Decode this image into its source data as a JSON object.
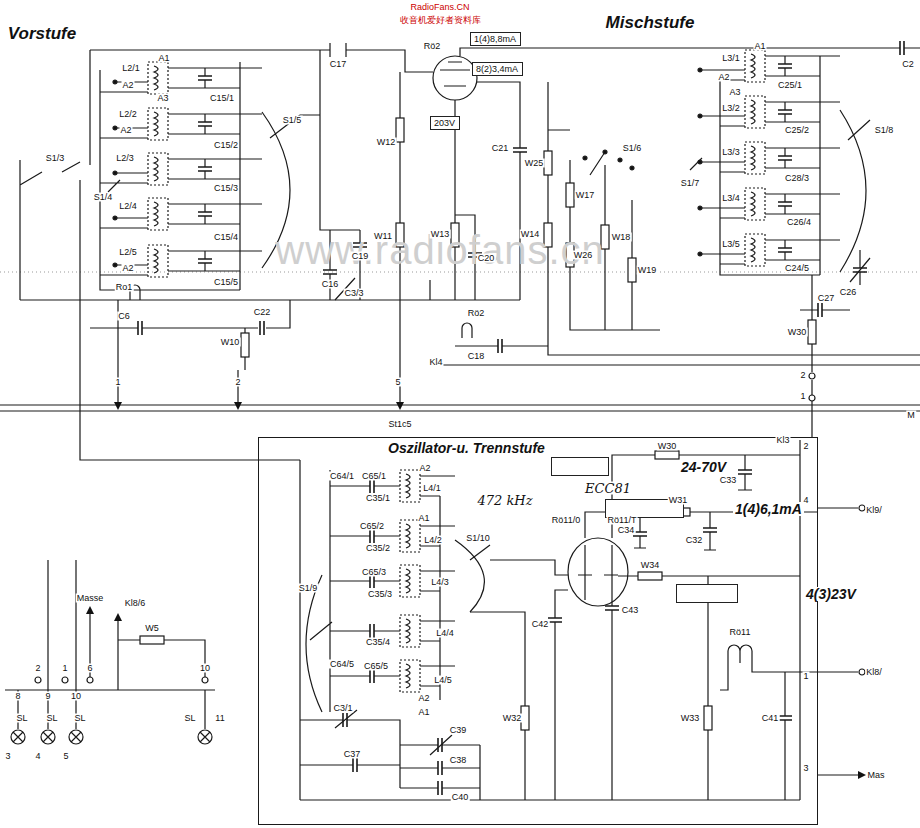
{
  "diagram": {
    "nodes": [
      {
        "text": [
          "Oszillator-u. Trennstufe"
        ]
      },
      {
        "text": [
          "1(4)8,8mA"
        ]
      },
      {
        "text": [
          "8(2)3,4mA"
        ]
      },
      {
        "text": [
          "203V"
        ]
      },
      {
        "text": [
          "24-70V"
        ],
        "in": 0
      },
      {
        "text": [
          "1(4)6,1mA"
        ],
        "in": 0
      },
      {
        "text": [
          "4(3)23V"
        ],
        "in": 0
      }
    ],
    "labels": [
      "www.radiofans.cn",
      "RadioFans.CN",
      "收音机爱好者资料库",
      "Vorstufe",
      "Mischstufe",
      "Rö2",
      "C17",
      "L2/1",
      "A1",
      "A2",
      "A3",
      "C15/1",
      "L2/2",
      "A2",
      "C15/2",
      "L2/3",
      "C15/3",
      "L2/4",
      "C15/4",
      "L2/5",
      "A2",
      "C15/5",
      "S1/5",
      "S1/3",
      "S1/4",
      "W12",
      "W11",
      "C19",
      "C16",
      "C3/3",
      "C21",
      "W13",
      "C20",
      "W25",
      "S1/6",
      "W17",
      "W14",
      "W26",
      "W18",
      "W19",
      "Ro1",
      "C6",
      "C22",
      "W10",
      "Rö2",
      "C18",
      "Kl4",
      "1",
      "2",
      "5",
      "St1c5",
      "L3/1",
      "A1",
      "A2",
      "A3",
      "C25/1",
      "L3/2",
      "C25/2",
      "L3/3",
      "C28/3",
      "L3/4",
      "C26/4",
      "L3/5",
      "C24/5",
      "S1/7",
      "S1/8",
      "C26",
      "C27",
      "W30",
      "2",
      "1",
      "C2",
      "M",
      "Masse",
      "Kl8/6",
      "W5",
      "2",
      "1",
      "6",
      "10",
      "SL",
      "11",
      "8",
      "9",
      "10",
      "SL",
      "SL",
      "SL",
      "3",
      "4",
      "5",
      "W30",
      "Kl3",
      "472 kHz",
      "ECC81",
      "C33",
      "W31",
      "Kl9/",
      "C34",
      "C32",
      "Rö11/0",
      "Rö11/T",
      "W34",
      "C42",
      "C43",
      "Rö11",
      "Kl8/",
      "W32",
      "W33",
      "C41",
      "Mas",
      "C39",
      "C38",
      "C40",
      "C37",
      "C3/1",
      "S1/10",
      "S1/9",
      "L4/1",
      "L4/2",
      "L4/3",
      "L4/4",
      "L4/5",
      "C65/1",
      "C35/1",
      "C65/2",
      "C35/2",
      "C65/3",
      "C35/3",
      "C35/4",
      "C65/5",
      "C64/1",
      "C64/5",
      "A2",
      "A1",
      "A2",
      "A1",
      "1",
      "3",
      "4",
      "2"
    ]
  }
}
